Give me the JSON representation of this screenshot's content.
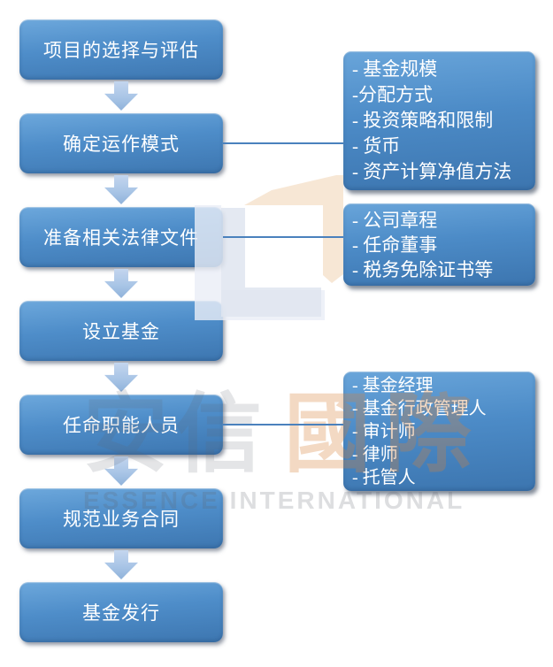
{
  "diagram_title": "",
  "flow_steps": [
    "项目的选择与评估",
    "确定运作模式",
    "准备相关法律文件",
    "设立基金",
    "任命职能人员",
    "规范业务合同",
    "基金发行"
  ],
  "detail_boxes": [
    {
      "linked_step": "确定运作模式",
      "lines": [
        "- 基金规模",
        "-分配方式",
        "- 投资策略和限制",
        "- 货币",
        "- 资产计算净值方法"
      ]
    },
    {
      "linked_step": "准备相关法律文件",
      "lines": [
        "- 公司章程",
        "- 任命董事",
        "- 税务免除证书等"
      ]
    },
    {
      "linked_step": "任命职能人员",
      "lines": [
        "- 基金经理",
        "- 基金行政管理人",
        "- 审计师",
        "- 律师",
        "- 托管人"
      ]
    }
  ],
  "watermark": {
    "chars": [
      "安",
      "信",
      "國",
      "際"
    ],
    "subtitle": "ESSENCE INTERNATIONAL"
  },
  "colors": {
    "box_blue_top": "#6DA8DC",
    "box_blue_bottom": "#3D76B0",
    "arrow_blue": "#A9C5E6",
    "connector_blue": "#4A81BD",
    "box_text": "#FFFFFF",
    "watermark_gray": "#E2E3E6",
    "watermark_orange": "#F3DCC3",
    "logo_orange": "#F6E3CE",
    "logo_gray": "#DFE5F0"
  }
}
